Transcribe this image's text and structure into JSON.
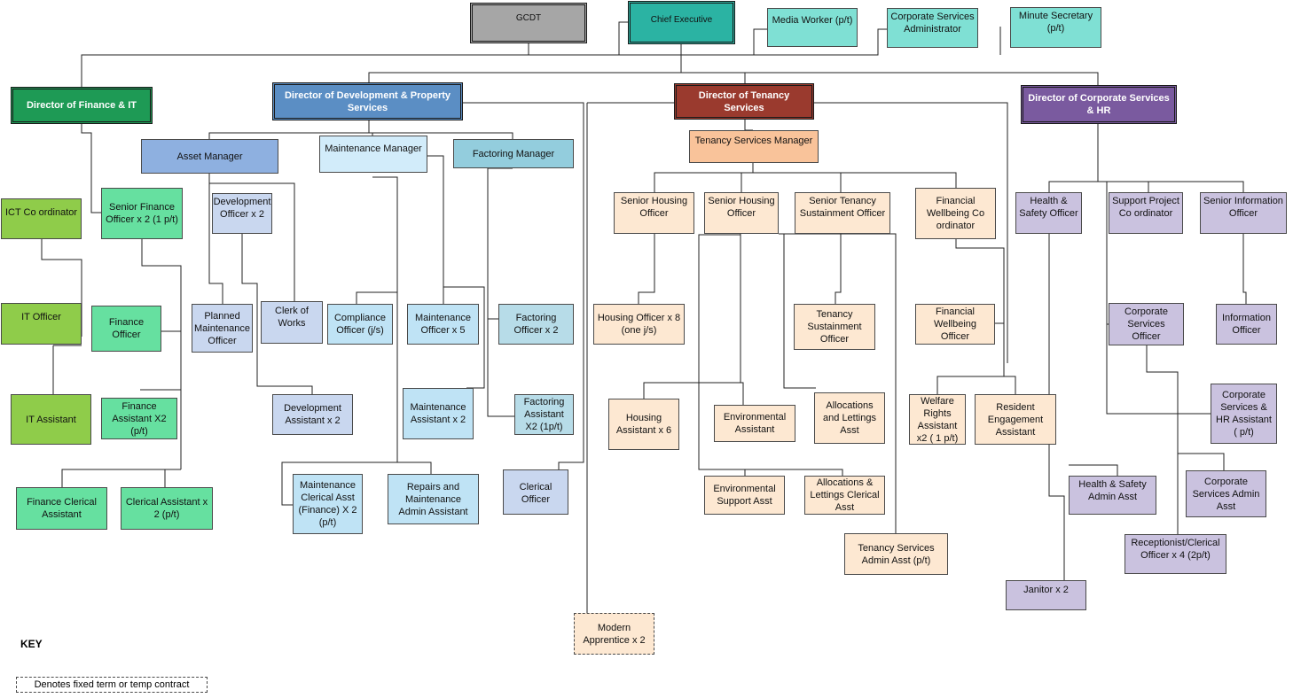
{
  "colors": {
    "gray": "#a6a6a6",
    "teal_dark": "#2bb3a3",
    "teal_light": "#7fe0d4",
    "green_dark": "#1e9a55",
    "green_lime": "#8fcc4a",
    "green_light": "#66e0a0",
    "blue_steel": "#5b8ec4",
    "blue_asset": "#8eb0e0",
    "blue_maint": "#d2ecfa",
    "blue_factor": "#93cddd",
    "blue_pale": "#c9d7ef",
    "blue_sky": "#bfe3f5",
    "blue_factor_light": "#b7dce8",
    "red_dir": "#9a3a2e",
    "peach_dark": "#f9c39a",
    "peach_light": "#fde8d2",
    "purple_dir": "#7a5a9f",
    "lavender": "#cac2df"
  },
  "nodes": {
    "gcdt": "GCDT",
    "chief_executive": "Chief Executive",
    "media_worker": "Media Worker (p/t)",
    "corp_services_admin_top": "Corporate Services Administrator",
    "minute_secretary": "Minute Secretary (p/t)",
    "dir_finance": "Director of Finance & IT",
    "dir_development": "Director of Development & Property Services",
    "dir_tenancy": "Director of Tenancy Services",
    "dir_corporate": "Director of Corporate Services & HR",
    "ict_coordinator": "ICT Co ordinator",
    "senior_finance_officer": "Senior Finance Officer x 2 (1 p/t)",
    "it_officer": "IT Officer",
    "finance_officer": "Finance Officer",
    "it_assistant": "IT Assistant",
    "finance_assistant": "Finance Assistant X2 (p/t)",
    "finance_clerical_assistant": "Finance Clerical Assistant",
    "clerical_assistant": "Clerical Assistant x 2 (p/t)",
    "asset_manager": "Asset Manager",
    "maintenance_manager": "Maintenance Manager",
    "factoring_manager": "Factoring Manager",
    "development_officer": "Development Officer x 2",
    "planned_maintenance_officer": "Planned Maintenance Officer",
    "clerk_of_works": "Clerk of Works",
    "compliance_officer": "Compliance Officer (j/s)",
    "maintenance_officer": "Maintenance Officer x 5",
    "factoring_officer": "Factoring Officer x 2",
    "development_assistant": "Development Assistant x 2",
    "maintenance_assistant": "Maintenance Assistant x 2",
    "factoring_assistant": "Factoring Assistant X2 (1p/t)",
    "maintenance_clerical_asst": "Maintenance Clerical Asst (Finance) X 2 (p/t)",
    "repairs_maintenance_admin": "Repairs and Maintenance Admin Assistant",
    "clerical_officer": "Clerical Officer",
    "tenancy_services_manager": "Tenancy Services Manager",
    "senior_housing_officer_1": "Senior Housing Officer",
    "senior_housing_officer_2": "Senior Housing Officer",
    "senior_tenancy_sustainment": "Senior Tenancy Sustainment Officer",
    "financial_wellbeing_coordinator": "Financial Wellbeing Co ordinator",
    "housing_officer": "Housing Officer x 8 (one j/s)",
    "tenancy_sustainment_officer": "Tenancy Sustainment Officer",
    "financial_wellbeing_officer": "Financial Wellbeing Officer",
    "housing_assistant": "Housing Assistant x 6",
    "environmental_assistant": "Environmental Assistant",
    "allocations_lettings_asst": "Allocations and Lettings Asst",
    "welfare_rights_assistant": "Welfare Rights Assistant x2 ( 1 p/t)",
    "resident_engagement_assistant": "Resident Engagement Assistant",
    "environmental_support_asst": "Environmental Support Asst",
    "allocations_lettings_clerical": "Allocations & Lettings Clerical Asst",
    "tenancy_services_admin": "Tenancy Services Admin Asst (p/t)",
    "modern_apprentice": "Modern Apprentice x 2",
    "health_safety_officer": "Health & Safety Officer",
    "support_project_coordinator": "Support Project Co ordinator",
    "senior_information_officer": "Senior Information Officer",
    "corporate_services_officer": "Corporate Services Officer",
    "information_officer": "Information Officer",
    "corp_hr_assistant": "Corporate Services & HR Assistant ( p/t)",
    "health_safety_admin": "Health & Safety Admin Asst",
    "corp_services_admin_asst": "Corporate Services Admin Asst",
    "receptionist": "Receptionist/Clerical Officer x 4 (2p/t)",
    "janitor": "Janitor x 2"
  },
  "key": {
    "title": "KEY",
    "dashed_label": "Denotes fixed term or temp contract"
  }
}
